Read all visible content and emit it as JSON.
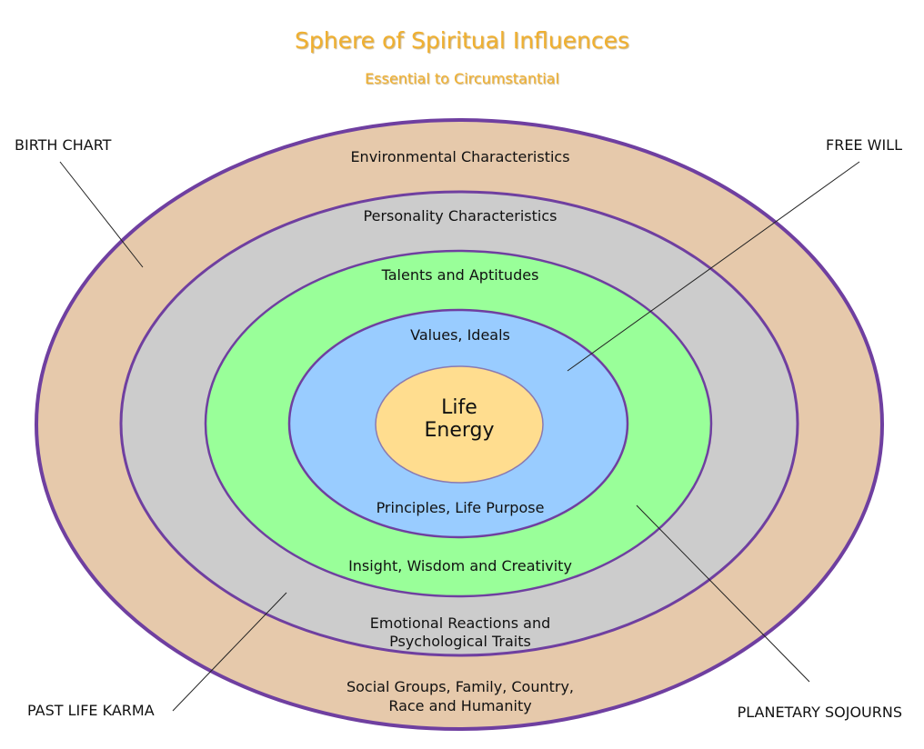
{
  "header": {
    "title": "Sphere of Spiritual Influences",
    "subtitle": "Essential to Circumstantial"
  },
  "colors": {
    "title": "#f0b030",
    "outline": "#6f3fa0",
    "environment_ring": "#e6c9ab",
    "personality_ring": "#cccccc",
    "talents_ring": "#99ff99",
    "values_ring": "#99ccff",
    "core": "#ffdd8f"
  },
  "rings": {
    "environmental": {
      "label": "Environmental Characteristics",
      "lower_line1": "Social Groups, Family, Country,",
      "lower_line2": "Race and Humanity"
    },
    "personality": {
      "label": "Personality Characteristics",
      "lower_line1": "Emotional Reactions and",
      "lower_line2": "Psychological Traits"
    },
    "talents": {
      "label": "Talents and Aptitudes",
      "lower": "Insight, Wisdom and Creativity"
    },
    "values": {
      "label": "Values, Ideals",
      "lower": "Principles, Life Purpose"
    },
    "core": {
      "line1": "Life",
      "line2": "Energy"
    }
  },
  "callouts": {
    "birth_chart": "BIRTH CHART",
    "free_will": "FREE WILL",
    "past_life_karma": "PAST LIFE KARMA",
    "planetary_sojourns": "PLANETARY SOJOURNS"
  }
}
